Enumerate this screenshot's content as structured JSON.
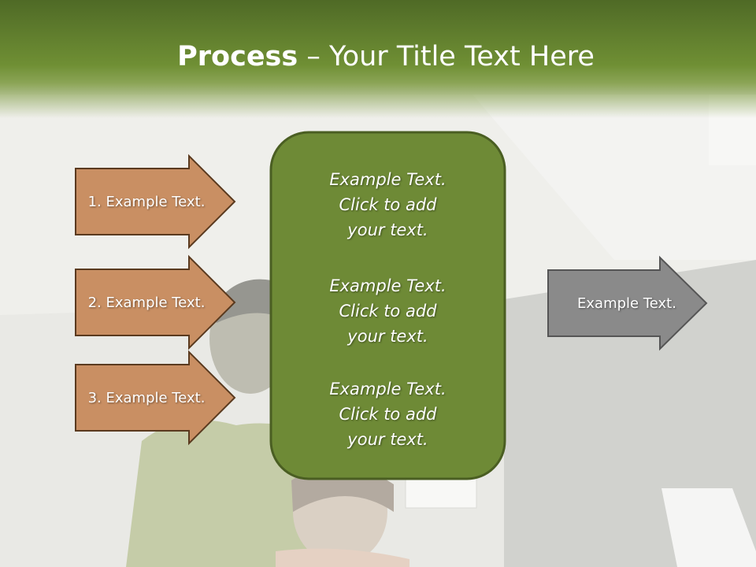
{
  "title": {
    "bold": "Process",
    "dash": " – ",
    "rest": "Your Title Text Here"
  },
  "inputs": [
    {
      "label": "1. Example Text."
    },
    {
      "label": "2. Example Text."
    },
    {
      "label": "3. Example Text."
    }
  ],
  "center_block": {
    "paragraphs": [
      {
        "line1": "Example Text.",
        "line2": "Click  to add",
        "line3": "your text."
      },
      {
        "line1": "Example Text.",
        "line2": "Click  to add",
        "line3": "your text."
      },
      {
        "line1": "Example Text.",
        "line2": "Click  to add",
        "line3": "your text."
      }
    ]
  },
  "output": {
    "label": "Example Text."
  },
  "colors": {
    "header_green": "#6f8f34",
    "input_arrow_fill": "#c98f63",
    "input_arrow_stroke": "#5a3a1f",
    "center_fill": "#6e8a36",
    "center_stroke": "#4a5e22",
    "output_fill": "#8a8a8a",
    "output_stroke": "#555555"
  }
}
